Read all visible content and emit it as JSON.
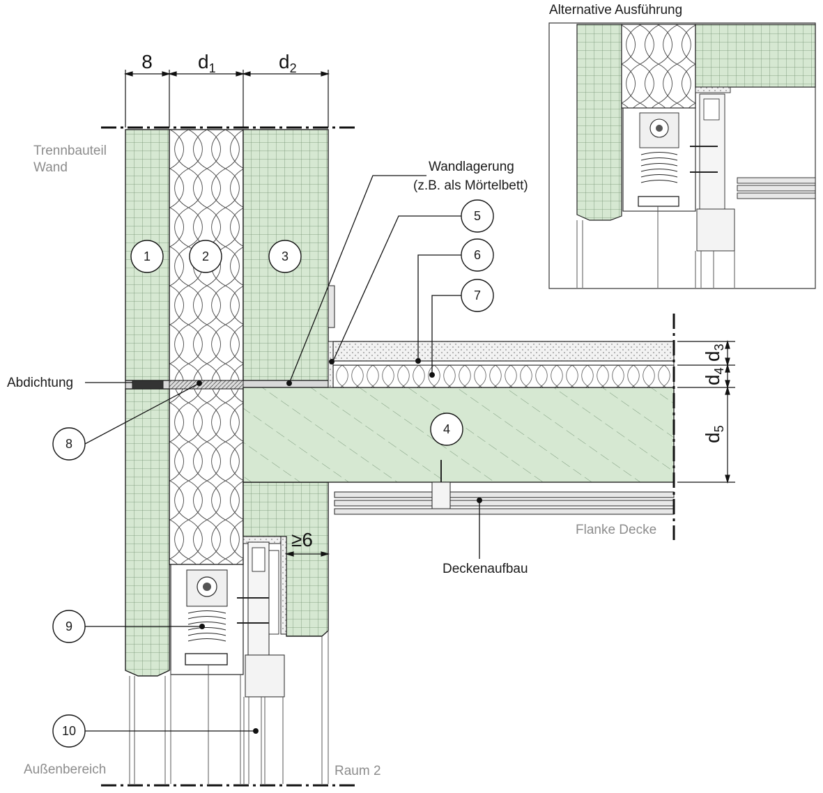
{
  "labels": {
    "trennbauteil_1": "Trennbauteil",
    "trennbauteil_2": "Wand",
    "abdichtung": "Abdichtung",
    "wandlagerung_1": "Wandlagerung",
    "wandlagerung_2": "(z.B. als Mörtelbett)",
    "flanke_decke": "Flanke Decke",
    "deckenaufbau": "Deckenaufbau",
    "aussenbereich": "Außenbereich",
    "raum2": "Raum 2",
    "alternative": "Alternative Ausführung"
  },
  "dimensions": {
    "top_8": "8",
    "d1_main": "d",
    "d1_sub": "1",
    "d2_main": "d",
    "d2_sub": "2",
    "d3_main": "d",
    "d3_sub": "3",
    "d4_main": "d",
    "d4_sub": "4",
    "d5_main": "d",
    "d5_sub": "5",
    "gap": "≥6"
  },
  "callouts": {
    "c1": "1",
    "c2": "2",
    "c3": "3",
    "c4": "4",
    "c5": "5",
    "c6": "6",
    "c7": "7",
    "c8": "8",
    "c9": "9",
    "c10": "10"
  },
  "colors": {
    "panel_green": "#d6e8d2",
    "grid_line": "#7a9a7a",
    "outline": "#222222",
    "grey_text": "#8c8c8c"
  }
}
